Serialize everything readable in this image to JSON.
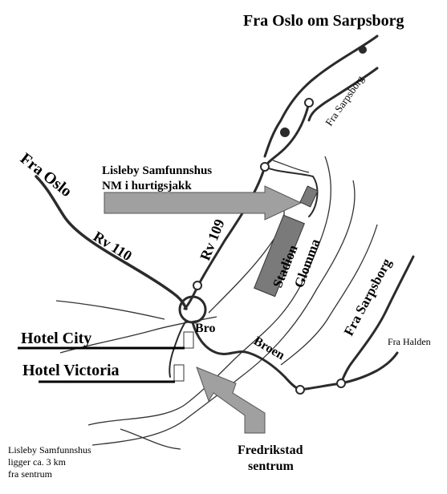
{
  "labels": {
    "fra_oslo_om_sarpsborg": "Fra Oslo om Sarpsborg",
    "fra_sarpsborg_top": "Fra Sarpsborg",
    "fra_oslo": "Fra Oslo",
    "lisleby_line1": "Lisleby Samfunnshus",
    "lisleby_line2": "NM i hurtigsjakk",
    "rv109": "Rv 109",
    "rv110": "Rv 110",
    "stadion": "Stadion",
    "glomma": "Glomma",
    "fra_sarpsborg_right": "Fra Sarpsborg",
    "fra_halden": "Fra Halden",
    "bro": "Bro",
    "broen": "Broen",
    "hotel_city": "Hotel City",
    "hotel_victoria": "Hotel Victoria",
    "fredrikstad_line1": "Fredrikstad",
    "fredrikstad_line2": "sentrum",
    "note_line1": "Lisleby Samfunnshus",
    "note_line2": "ligger ca. 3 km",
    "note_line3": "fra sentrum"
  },
  "colors": {
    "road": "#2b2b2b",
    "river": "#333333",
    "building": "#7a7a7a",
    "stadium_text": "#111111",
    "arrow_fill": "#a0a0a0",
    "arrow_stroke": "#555555"
  }
}
